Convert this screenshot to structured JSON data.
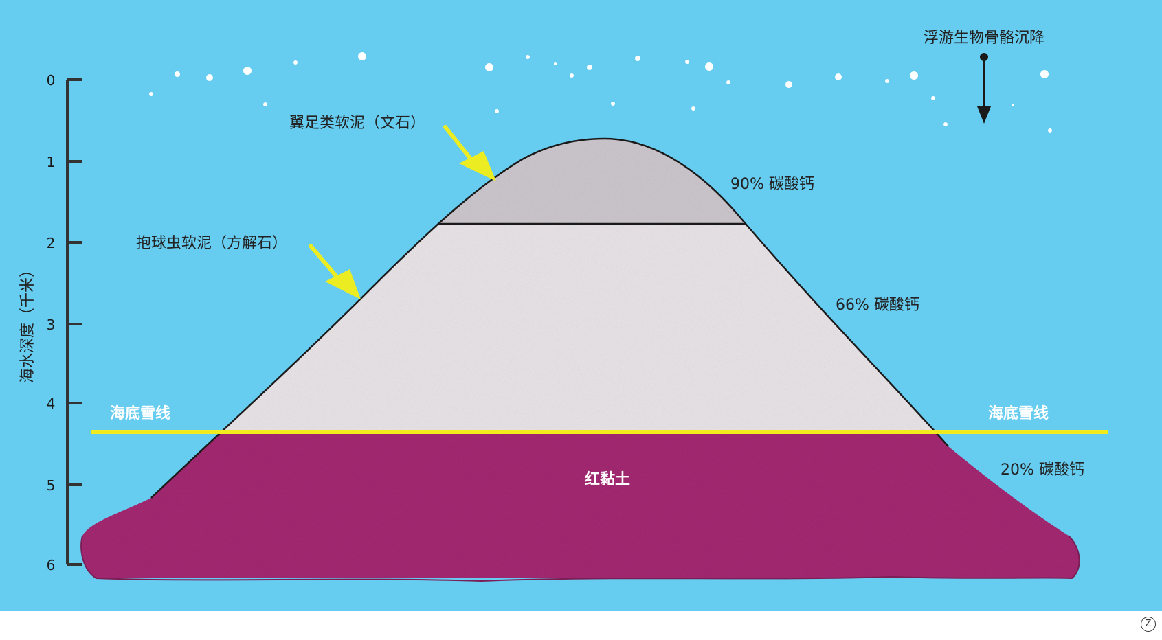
{
  "axis": {
    "label": "海水深度（千米）",
    "ticks": [
      "0",
      "1",
      "2",
      "3",
      "4",
      "5",
      "6"
    ]
  },
  "layers": {
    "pteropod": {
      "name": "翼足类软泥（文石）",
      "calcium": "90% 碳酸钙"
    },
    "globigerina": {
      "name": "抱球虫软泥（方解石）",
      "calcium": "66% 碳酸钙"
    },
    "red_clay": {
      "name": "红黏土",
      "calcium": "20% 碳酸钙"
    }
  },
  "snowline": {
    "left_label": "海底雪线",
    "right_label": "海底雪线"
  },
  "plankton": {
    "label": "浮游生物骨骼沉降"
  },
  "corner_mark": "Z",
  "colors": {
    "ocean": "#66ccf0",
    "pteropod": "#cfc9d0",
    "globigerina": "#ece7ea",
    "red_clay": "#a52a73",
    "snowline": "#f2ec1f",
    "arrow": "#ecec22"
  }
}
